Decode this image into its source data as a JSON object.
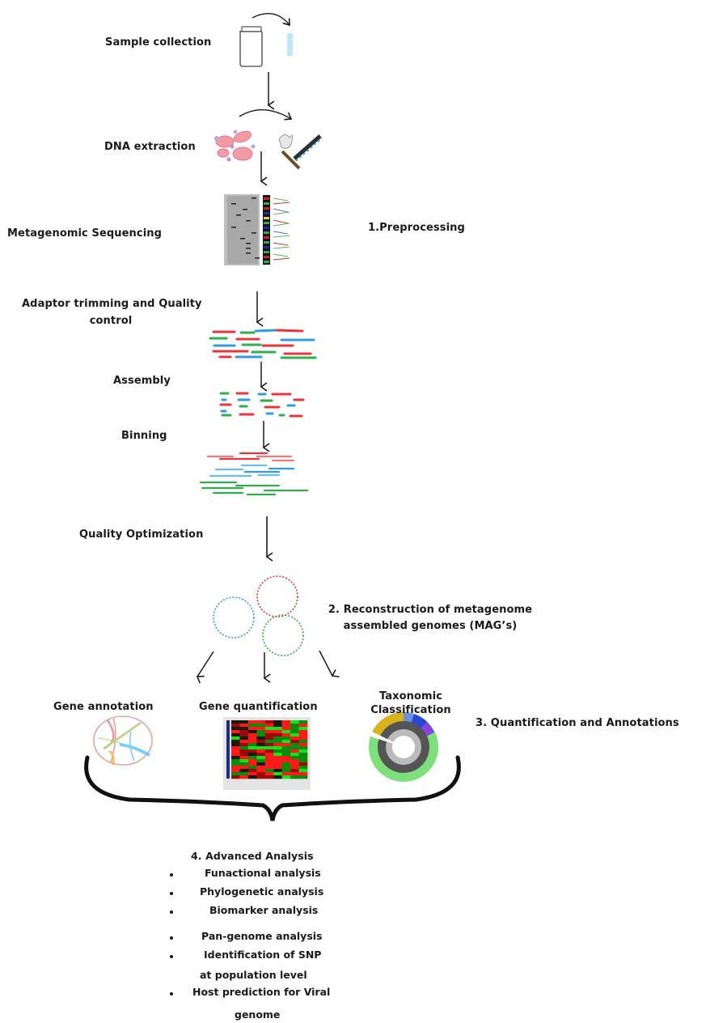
{
  "steps": {
    "sample_collection": "Sample collection",
    "dna_extraction": "DNA extraction",
    "metagenomic_sequencing": "Metagenomic Sequencing",
    "adaptor_trimming_line1": "Adaptor trimming and Quality",
    "adaptor_trimming_line2": "control",
    "assembly": "Assembly",
    "binning": "Binning",
    "quality_optimization": "Quality Optimization"
  },
  "stages": {
    "preprocessing": "1.Preprocessing",
    "reconstruction_line1": "2. Reconstruction of metagenome",
    "reconstruction_line2": "assembled genomes (MAG’s)",
    "quantification": "3. Quantification and Annotations",
    "advanced": "4. Advanced Analysis"
  },
  "branches": {
    "gene_annotation": "Gene annotation",
    "gene_quantification": "Gene quantification",
    "taxonomic_line1": "Taxonomic",
    "taxonomic_line2": "Classification"
  },
  "advanced_analysis": [
    {
      "text": "Funactional analysis"
    },
    {
      "text": "Phylogenetic analysis"
    },
    {
      "text": "Biomarker analysis"
    },
    {
      "text": "Pan-genome analysis"
    },
    {
      "text": "Identification of SNP",
      "continuation": "at population level"
    },
    {
      "text": "Host prediction for Viral",
      "continuation": "genome"
    }
  ],
  "colors": {
    "read_red": "#e8343a",
    "read_green": "#2fae4e",
    "read_blue": "#2f9be0",
    "arrow": "#1a1a1a"
  }
}
